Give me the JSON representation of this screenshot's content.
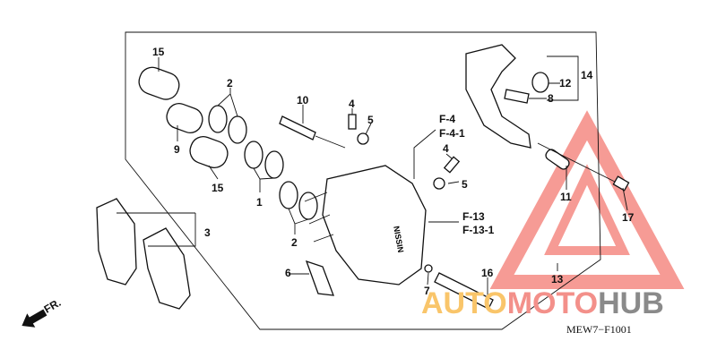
{
  "diagram": {
    "labels": {
      "l15a": "15",
      "l2a": "2",
      "l9": "9",
      "l15b": "15",
      "l1": "1",
      "l2b": "2",
      "l3": "3",
      "l10": "10",
      "l4a": "4",
      "l5a": "5",
      "f4": "F-4",
      "f41": "F-4-1",
      "l4b": "4",
      "l5b": "5",
      "f13": "F-13",
      "f131": "F-13-1",
      "l6": "6",
      "l7": "7",
      "l16": "16",
      "l11": "11",
      "l12": "12",
      "l8": "8",
      "l14": "14",
      "l17": "17",
      "l13": "13"
    },
    "caliper_marking": "NISSIN",
    "front_indicator": "FR.",
    "diagram_code": "MEW7−F1001"
  },
  "watermark": {
    "part1": "AUTO",
    "part2": "MOTO",
    "part3": "HUB",
    "colors": {
      "part1": "#f9c56a",
      "part2": "#f3908a",
      "part3": "#8a8a8a",
      "triangle": "#f47a72"
    }
  }
}
